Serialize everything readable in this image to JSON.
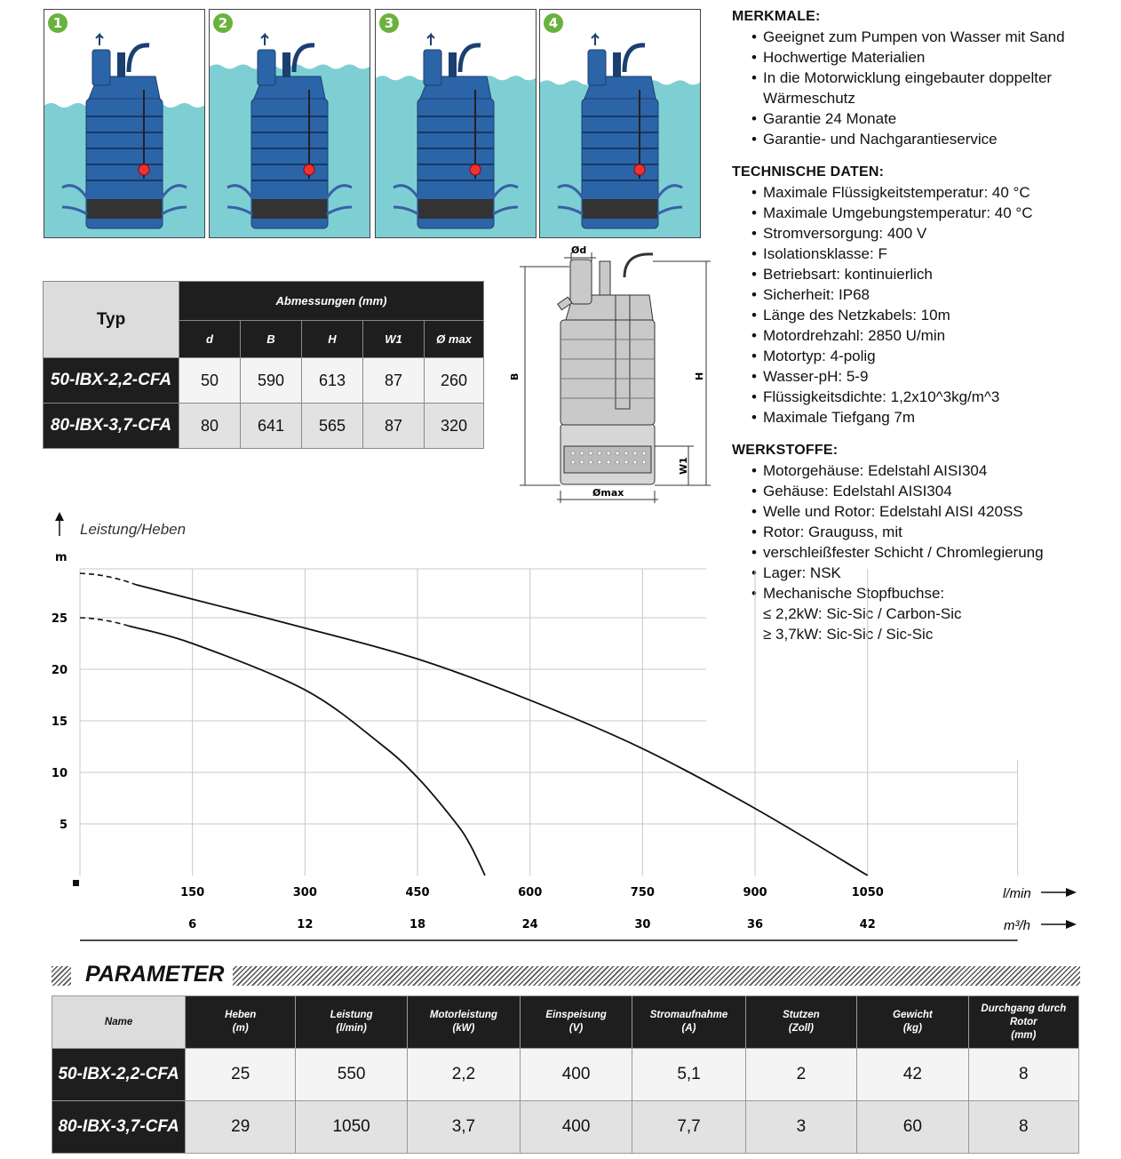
{
  "panels": [
    {
      "num": "1",
      "water_level": 0.58
    },
    {
      "num": "2",
      "water_level": 0.75
    },
    {
      "num": "3",
      "water_level": 0.7
    },
    {
      "num": "4",
      "water_level": 0.68
    }
  ],
  "dim_table": {
    "typ_label": "Typ",
    "group_label": "Abmessungen (mm)",
    "columns": [
      "d",
      "B",
      "H",
      "W1",
      "Ø max"
    ],
    "rows": [
      {
        "name": "50-IBX-2,2-CFA",
        "values": [
          "50",
          "590",
          "613",
          "87",
          "260"
        ]
      },
      {
        "name": "80-IBX-3,7-CFA",
        "values": [
          "80",
          "641",
          "565",
          "87",
          "320"
        ]
      }
    ]
  },
  "drawing": {
    "d": "Ød",
    "b": "B",
    "h": "H",
    "w1": "W1",
    "max": "Ømax"
  },
  "merkmale": {
    "title": "MERKMALE:",
    "items": [
      {
        "b": "•",
        "t": "Geeignet zum Pumpen von Wasser mit Sand"
      },
      {
        "b": "•",
        "t": "Hochwertige Materialien"
      },
      {
        "b": "•",
        "t": "In die Motorwicklung eingebauter doppelter"
      },
      {
        "b": "",
        "t": "Wärmeschutz"
      },
      {
        "b": "•",
        "t": "Garantie 24 Monate"
      },
      {
        "b": "•",
        "t": "Garantie- und Nachgarantieservice"
      }
    ]
  },
  "technische": {
    "title": "TECHNISCHE DATEN:",
    "items": [
      {
        "b": "•",
        "t": "Maximale Flüssigkeitstemperatur: 40 °C"
      },
      {
        "b": "•",
        "t": "Maximale Umgebungstemperatur: 40 °C"
      },
      {
        "b": "•",
        "t": "Stromversorgung: 400 V"
      },
      {
        "b": "•",
        "t": "Isolationsklasse: F"
      },
      {
        "b": "•",
        "t": "Betriebsart: kontinuierlich"
      },
      {
        "b": "•",
        "t": "Sicherheit: IP68"
      },
      {
        "b": "•",
        "t": "Länge des Netzkabels: 10m"
      },
      {
        "b": "•",
        "t": "Motordrehzahl: 2850 U/min"
      },
      {
        "b": "•",
        "t": "Motortyp: 4-polig"
      },
      {
        "b": "•",
        "t": "Wasser-pH: 5-9"
      },
      {
        "b": "•",
        "t": "Flüssigkeitsdichte: 1,2x10^3kg/m^3"
      },
      {
        "b": "•",
        "t": "Maximale Tiefgang 7m"
      }
    ]
  },
  "werkstoffe": {
    "title": "WERKSTOFFE:",
    "items": [
      {
        "b": "•",
        "t": "Motorgehäuse: Edelstahl AISI304"
      },
      {
        "b": "•",
        "t": "Gehäuse: Edelstahl AISI304"
      },
      {
        "b": "•",
        "t": "Welle und Rotor: Edelstahl AISI 420SS"
      },
      {
        "b": "•",
        "t": "Rotor: Grauguss, mit"
      },
      {
        "b": "•",
        "t": "verschleißfester Schicht / Chromlegierung"
      },
      {
        "b": "•",
        "t": "Lager: NSK"
      },
      {
        "b": "•",
        "t": "Mechanische Stopfbuchse:"
      },
      {
        "b": "",
        "t": "≤ 2,2kW: Sic-Sic / Carbon-Sic"
      },
      {
        "b": "",
        "t": "≥ 3,7kW: Sic-Sic / Sic-Sic"
      }
    ]
  },
  "chart_data": {
    "type": "line",
    "title": "Leistung/Heben",
    "ylabel": "m",
    "xlabel": "l/min",
    "x2label": "m³/h",
    "xlim": [
      0,
      1200
    ],
    "ylim": [
      0,
      30
    ],
    "xticks": [
      150,
      300,
      450,
      600,
      750,
      900,
      1050
    ],
    "x2ticks": [
      "6",
      "12",
      "18",
      "24",
      "30",
      "36",
      "42"
    ],
    "yticks": [
      5,
      10,
      15,
      20,
      25
    ],
    "grid": true,
    "series": [
      {
        "dashed": [
          [
            0,
            25
          ],
          [
            65,
            24.2
          ]
        ],
        "x": [
          65,
          150,
          300,
          400,
          450,
          500,
          520,
          540
        ],
        "y": [
          24.2,
          22.5,
          18,
          12.8,
          9.5,
          5.2,
          3,
          0
        ]
      },
      {
        "dashed": [
          [
            0,
            29.3
          ],
          [
            75,
            28.2
          ]
        ],
        "x": [
          75,
          150,
          300,
          450,
          600,
          750,
          900,
          1050
        ],
        "y": [
          28.2,
          26.8,
          24,
          21,
          17,
          12.3,
          6.5,
          0
        ]
      }
    ]
  },
  "parameter": {
    "title": "PARAMETER",
    "headers": [
      {
        "l1": "Name",
        "l2": ""
      },
      {
        "l1": "Heben",
        "l2": "(m)"
      },
      {
        "l1": "Leistung",
        "l2": "(l/min)"
      },
      {
        "l1": "Motorleistung",
        "l2": "(kW)"
      },
      {
        "l1": "Einspeisung",
        "l2": "(V)"
      },
      {
        "l1": "Stromaufnahme",
        "l2": "(A)"
      },
      {
        "l1": "Stutzen",
        "l2": "(Zoll)"
      },
      {
        "l1": "Gewicht",
        "l2": "(kg)"
      },
      {
        "l1": "Durchgang durch Rotor",
        "l2": "(mm)"
      }
    ],
    "rows": [
      {
        "name": "50-IBX-2,2-CFA",
        "values": [
          "25",
          "550",
          "2,2",
          "400",
          "5,1",
          "2",
          "42",
          "8"
        ]
      },
      {
        "name": "80-IBX-3,7-CFA",
        "values": [
          "29",
          "1050",
          "3,7",
          "400",
          "7,7",
          "3",
          "60",
          "8"
        ]
      }
    ]
  },
  "colors": {
    "water": "#7ecfd3",
    "pump": "#2c64a8",
    "accent": "#6ab23e"
  }
}
